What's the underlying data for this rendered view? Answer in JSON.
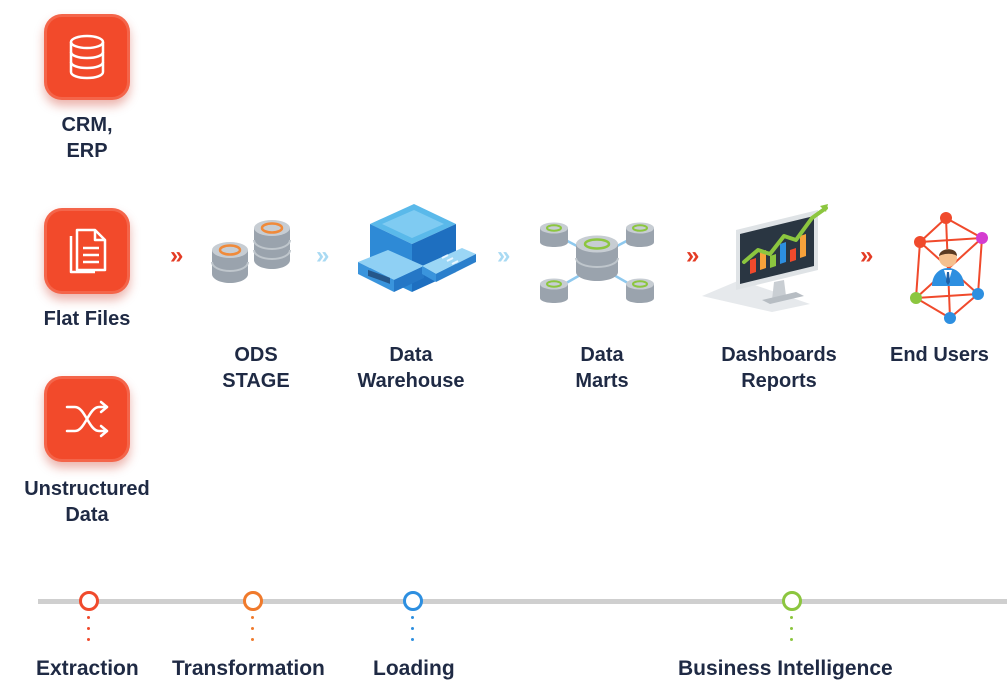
{
  "sources": {
    "crm_erp": {
      "label": "CRM,\nERP",
      "icon": "database-icon"
    },
    "flat_files": {
      "label": "Flat Files",
      "icon": "document-icon"
    },
    "unstructured": {
      "label": "Unstructured\nData",
      "icon": "shuffle-icon"
    }
  },
  "pipeline": {
    "ods_stage": "ODS\nSTAGE",
    "data_warehouse": "Data\nWarehouse",
    "data_marts": "Data\nMarts",
    "dashboards_reports": "Dashboards\nReports",
    "end_users": "End Users",
    "arrow_glyph": "»"
  },
  "timeline": {
    "extraction": "Extraction",
    "transformation": "Transformation",
    "loading": "Loading",
    "business_intelligence": "Business Intelligence"
  },
  "colors": {
    "accent_red": "#f24a2b",
    "loading_blue": "#2d8fe0",
    "bi_green": "#8cc63f",
    "text_dark": "#1f2a44",
    "arrow_light_blue": "#a9daf3"
  }
}
